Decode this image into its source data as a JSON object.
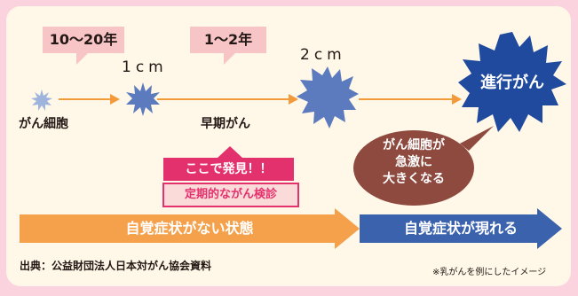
{
  "periods": [
    "10〜20年",
    "1〜2年"
  ],
  "sizes": [
    "1cm",
    "2cm"
  ],
  "stages": {
    "cell": "がん細胞",
    "early": "早期がん",
    "advanced": "進行がん"
  },
  "callout": {
    "found_here": "ここで発見！！",
    "screening": "定期的ながん検診"
  },
  "bubble": {
    "line1": "がん細胞が",
    "line2": "急激に",
    "line3": "大きくなる"
  },
  "symptoms": {
    "none": "自覚症状がない状態",
    "appear": "自覚症状が現れる"
  },
  "source": "出典：公益財団法人日本対がん協会資料",
  "note": "※乳がんを例にしたイメージ",
  "colors": {
    "cell_fill": "#5c7bbf",
    "advanced_fill": "#1f4a9e",
    "orange": "#f39a3a",
    "magenta": "#e3316d"
  }
}
